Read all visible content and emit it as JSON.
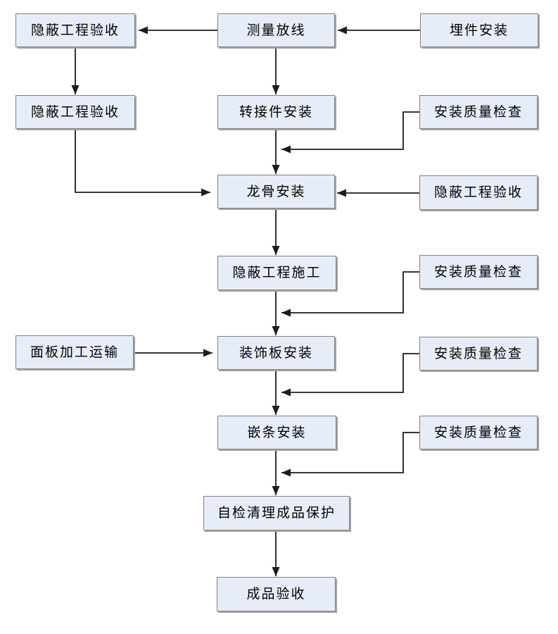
{
  "diagram": {
    "type": "flowchart",
    "direction": "top-down",
    "language": "zh-CN",
    "colors": {
      "background": "#ffffff",
      "node_fill": "#e7edf8",
      "node_border": "#828282",
      "node_shadow": "#a3a3a3",
      "connector_line": "#1c1c1c",
      "text": "#000000"
    },
    "nodes": {
      "hidden-acceptance-1": {
        "label": "隐蔽工程验收"
      },
      "measure-layout": {
        "label": "测量放线"
      },
      "embed-install": {
        "label": "埋件安装"
      },
      "hidden-acceptance-2": {
        "label": "隐蔽工程验收"
      },
      "adapter-install": {
        "label": "转接件安装"
      },
      "quality-check-1": {
        "label": "安装质量检查"
      },
      "keel-install": {
        "label": "龙骨安装"
      },
      "hidden-acceptance-3": {
        "label": "隐蔽工程验收"
      },
      "hidden-construction": {
        "label": "隐蔽工程施工"
      },
      "quality-check-2": {
        "label": "安装质量检查"
      },
      "panel-processing": {
        "label": "面板加工运输"
      },
      "decor-panel-install": {
        "label": "装饰板安装"
      },
      "quality-check-3": {
        "label": "安装质量检查"
      },
      "trim-install": {
        "label": "嵌条安装"
      },
      "quality-check-4": {
        "label": "安装质量检查"
      },
      "self-check-protect": {
        "label": "自检清理成品保护"
      },
      "finished-acceptance": {
        "label": "成品验收"
      }
    },
    "edges": [
      {
        "from": "measure-layout",
        "to": "hidden-acceptance-1",
        "style": "arrow-left"
      },
      {
        "from": "embed-install",
        "to": "measure-layout",
        "style": "arrow-left"
      },
      {
        "from": "hidden-acceptance-1",
        "to": "hidden-acceptance-2",
        "style": "arrow-down"
      },
      {
        "from": "measure-layout",
        "to": "adapter-install",
        "style": "arrow-down"
      },
      {
        "from": "adapter-install",
        "to": "keel-install",
        "style": "arrow-down"
      },
      {
        "from": "quality-check-1",
        "to": "flow-adapter-to-keel",
        "style": "elbow-arrow-left"
      },
      {
        "from": "hidden-acceptance-2",
        "to": "keel-install",
        "style": "elbow-arrow-right"
      },
      {
        "from": "hidden-acceptance-3",
        "to": "keel-install",
        "style": "arrow-left"
      },
      {
        "from": "keel-install",
        "to": "hidden-construction",
        "style": "arrow-down"
      },
      {
        "from": "quality-check-2",
        "to": "flow-construction-to-decor",
        "style": "elbow-arrow-left"
      },
      {
        "from": "hidden-construction",
        "to": "decor-panel-install",
        "style": "arrow-down"
      },
      {
        "from": "panel-processing",
        "to": "decor-panel-install",
        "style": "arrow-right"
      },
      {
        "from": "decor-panel-install",
        "to": "trim-install",
        "style": "arrow-down"
      },
      {
        "from": "quality-check-3",
        "to": "flow-decor-to-trim",
        "style": "elbow-arrow-left"
      },
      {
        "from": "trim-install",
        "to": "self-check-protect",
        "style": "arrow-down"
      },
      {
        "from": "quality-check-4",
        "to": "flow-trim-to-selfcheck",
        "style": "elbow-arrow-left"
      },
      {
        "from": "self-check-protect",
        "to": "finished-acceptance",
        "style": "arrow-down"
      }
    ]
  }
}
